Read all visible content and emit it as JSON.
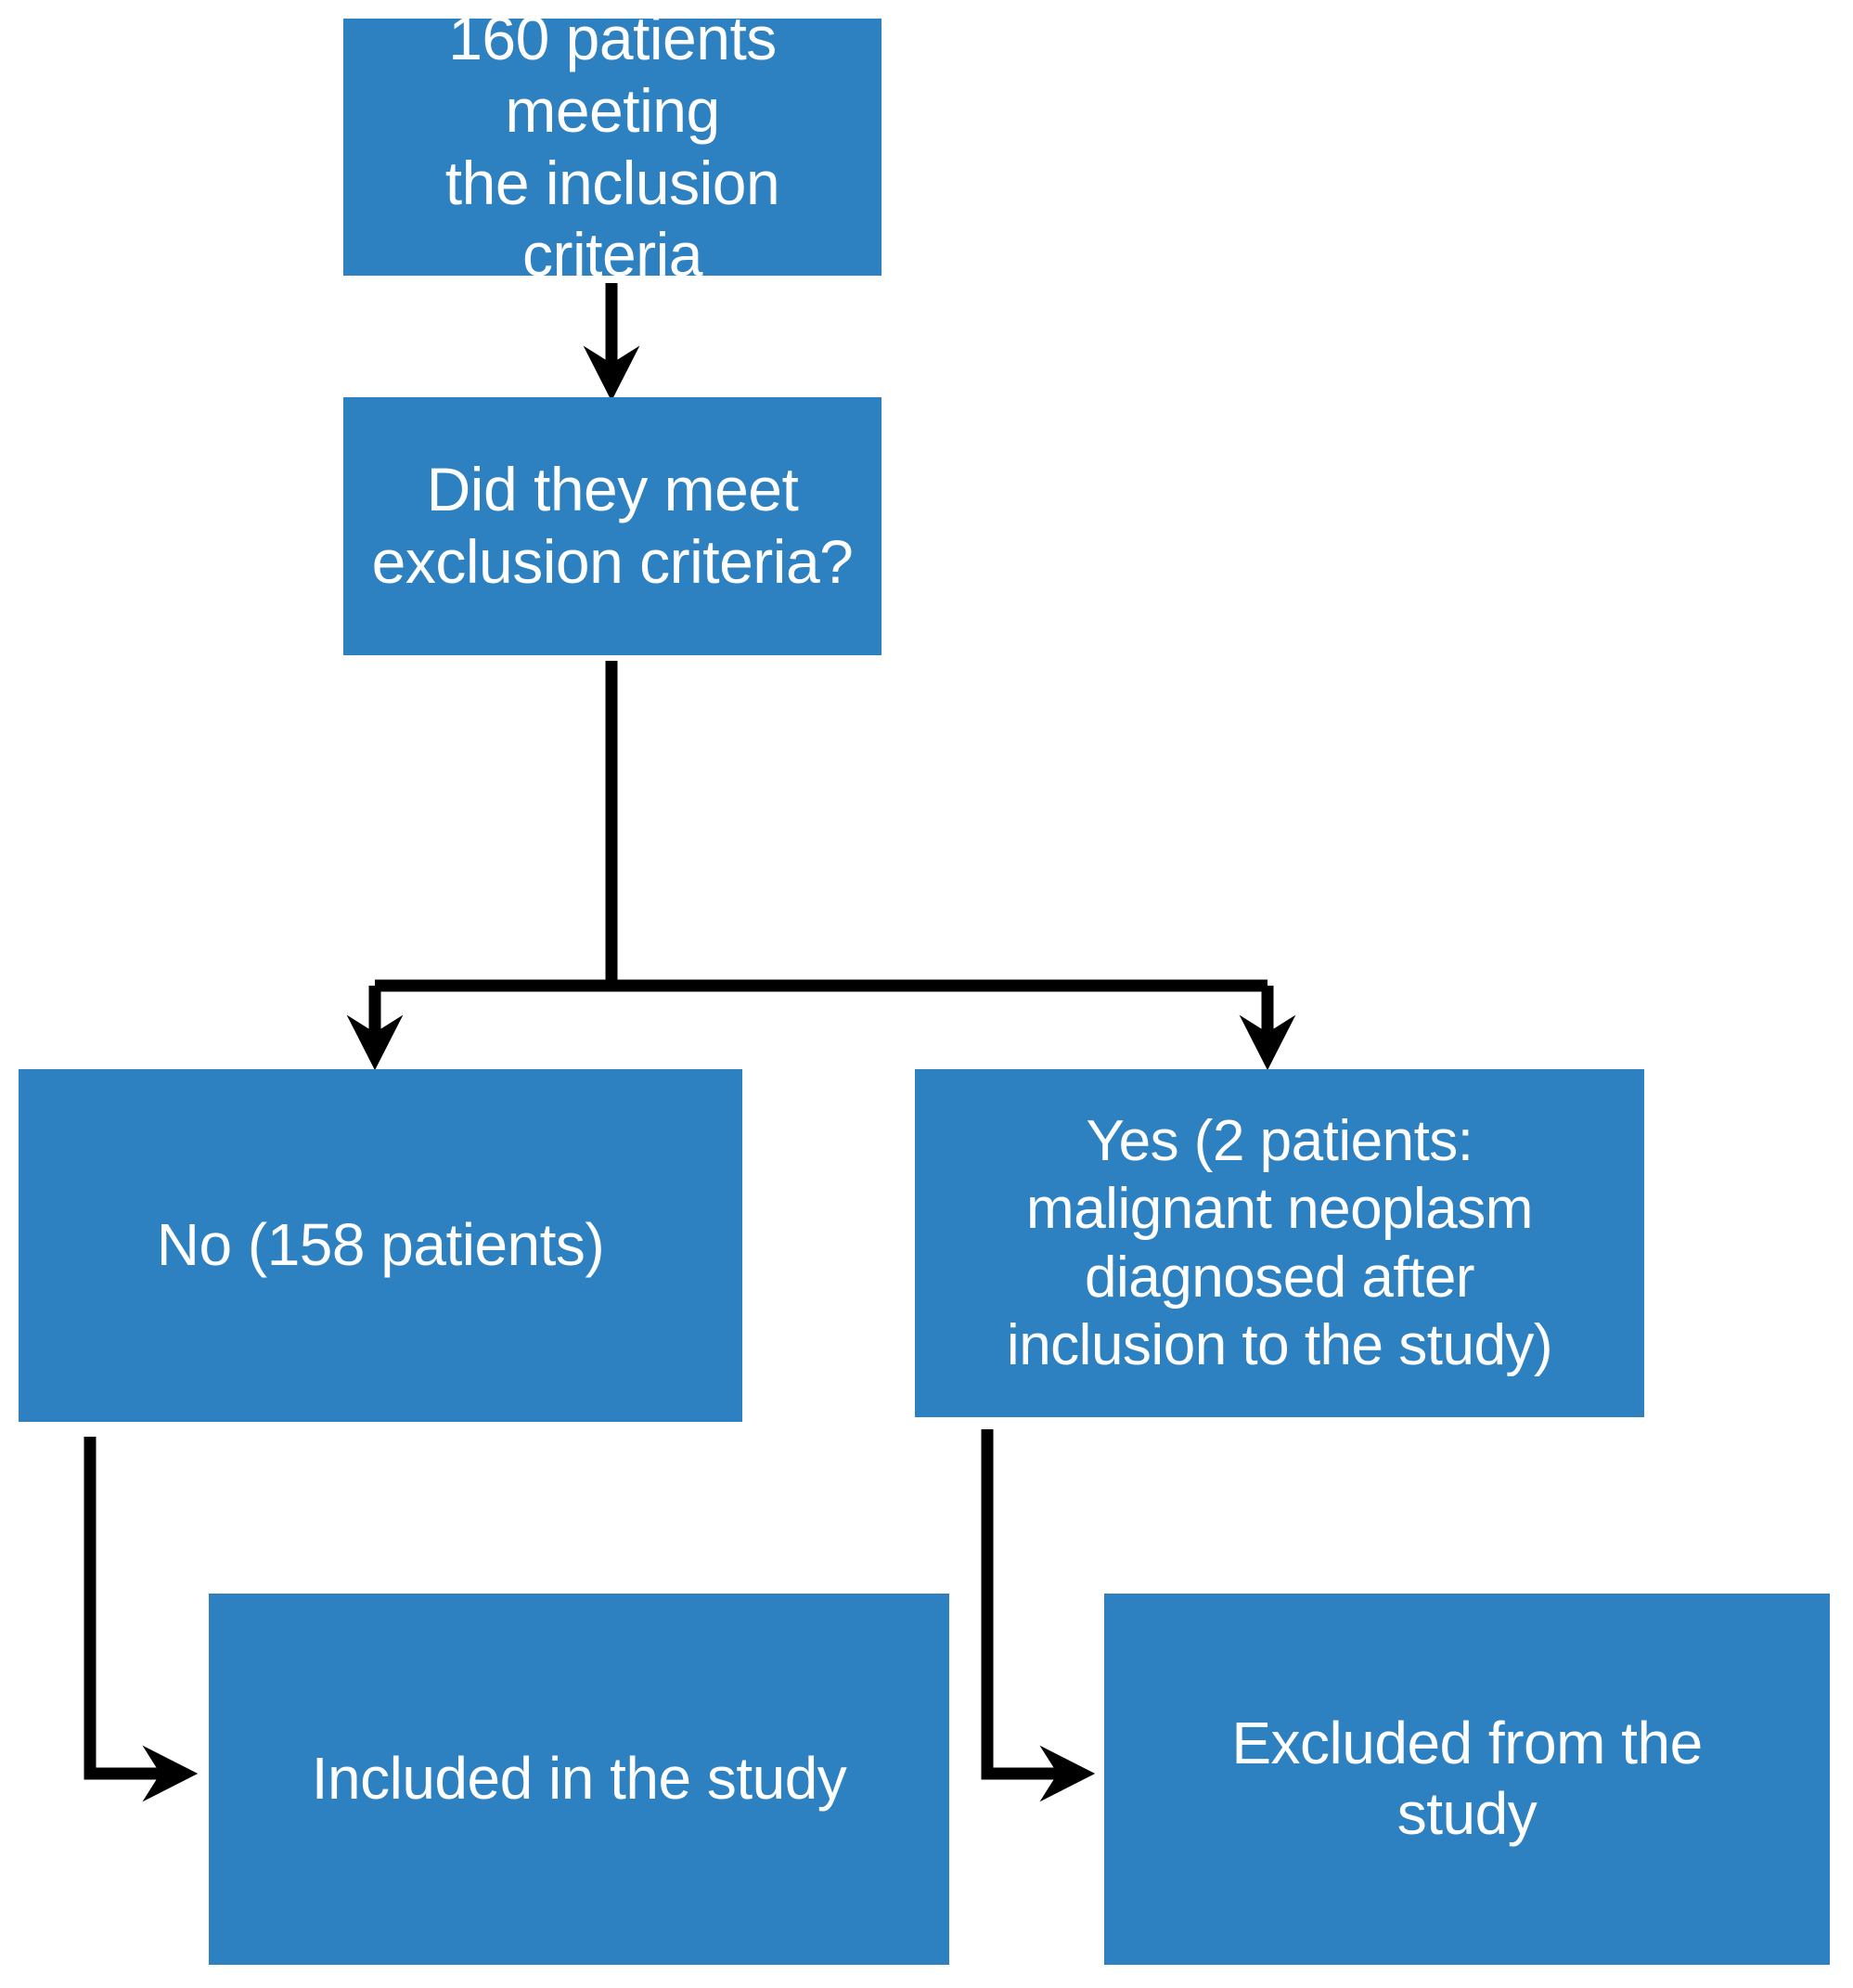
{
  "diagram": {
    "type": "flowchart",
    "title": "Patient inclusion / exclusion flow",
    "background_color": "#ffffff",
    "node_fill_color": "#2e81c0",
    "node_text_color": "#ffffff",
    "connector_color": "#000000",
    "nodes": [
      {
        "id": "source",
        "label": "160 patients meeting\nthe inclusion criteria",
        "count": 160
      },
      {
        "id": "question",
        "label": "Did they meet\nexclusion criteria?"
      },
      {
        "id": "no",
        "label": "No (158 patients)",
        "count": 158
      },
      {
        "id": "yes",
        "label": "Yes (2 patients:\nmalignant neoplasm\ndiagnosed after\ninclusion to the study)",
        "count": 2
      },
      {
        "id": "included",
        "label": "Included in the study"
      },
      {
        "id": "excluded",
        "label": "Excluded from the\nstudy"
      }
    ],
    "edges": [
      {
        "id": "source-to-question",
        "from": "source",
        "to": "question",
        "label": ""
      },
      {
        "id": "question-to-no",
        "from": "question",
        "to": "no",
        "label": ""
      },
      {
        "id": "question-to-yes",
        "from": "question",
        "to": "yes",
        "label": ""
      },
      {
        "id": "no-to-included",
        "from": "no",
        "to": "included",
        "label": ""
      },
      {
        "id": "yes-to-excluded",
        "from": "yes",
        "to": "excluded",
        "label": ""
      }
    ]
  }
}
